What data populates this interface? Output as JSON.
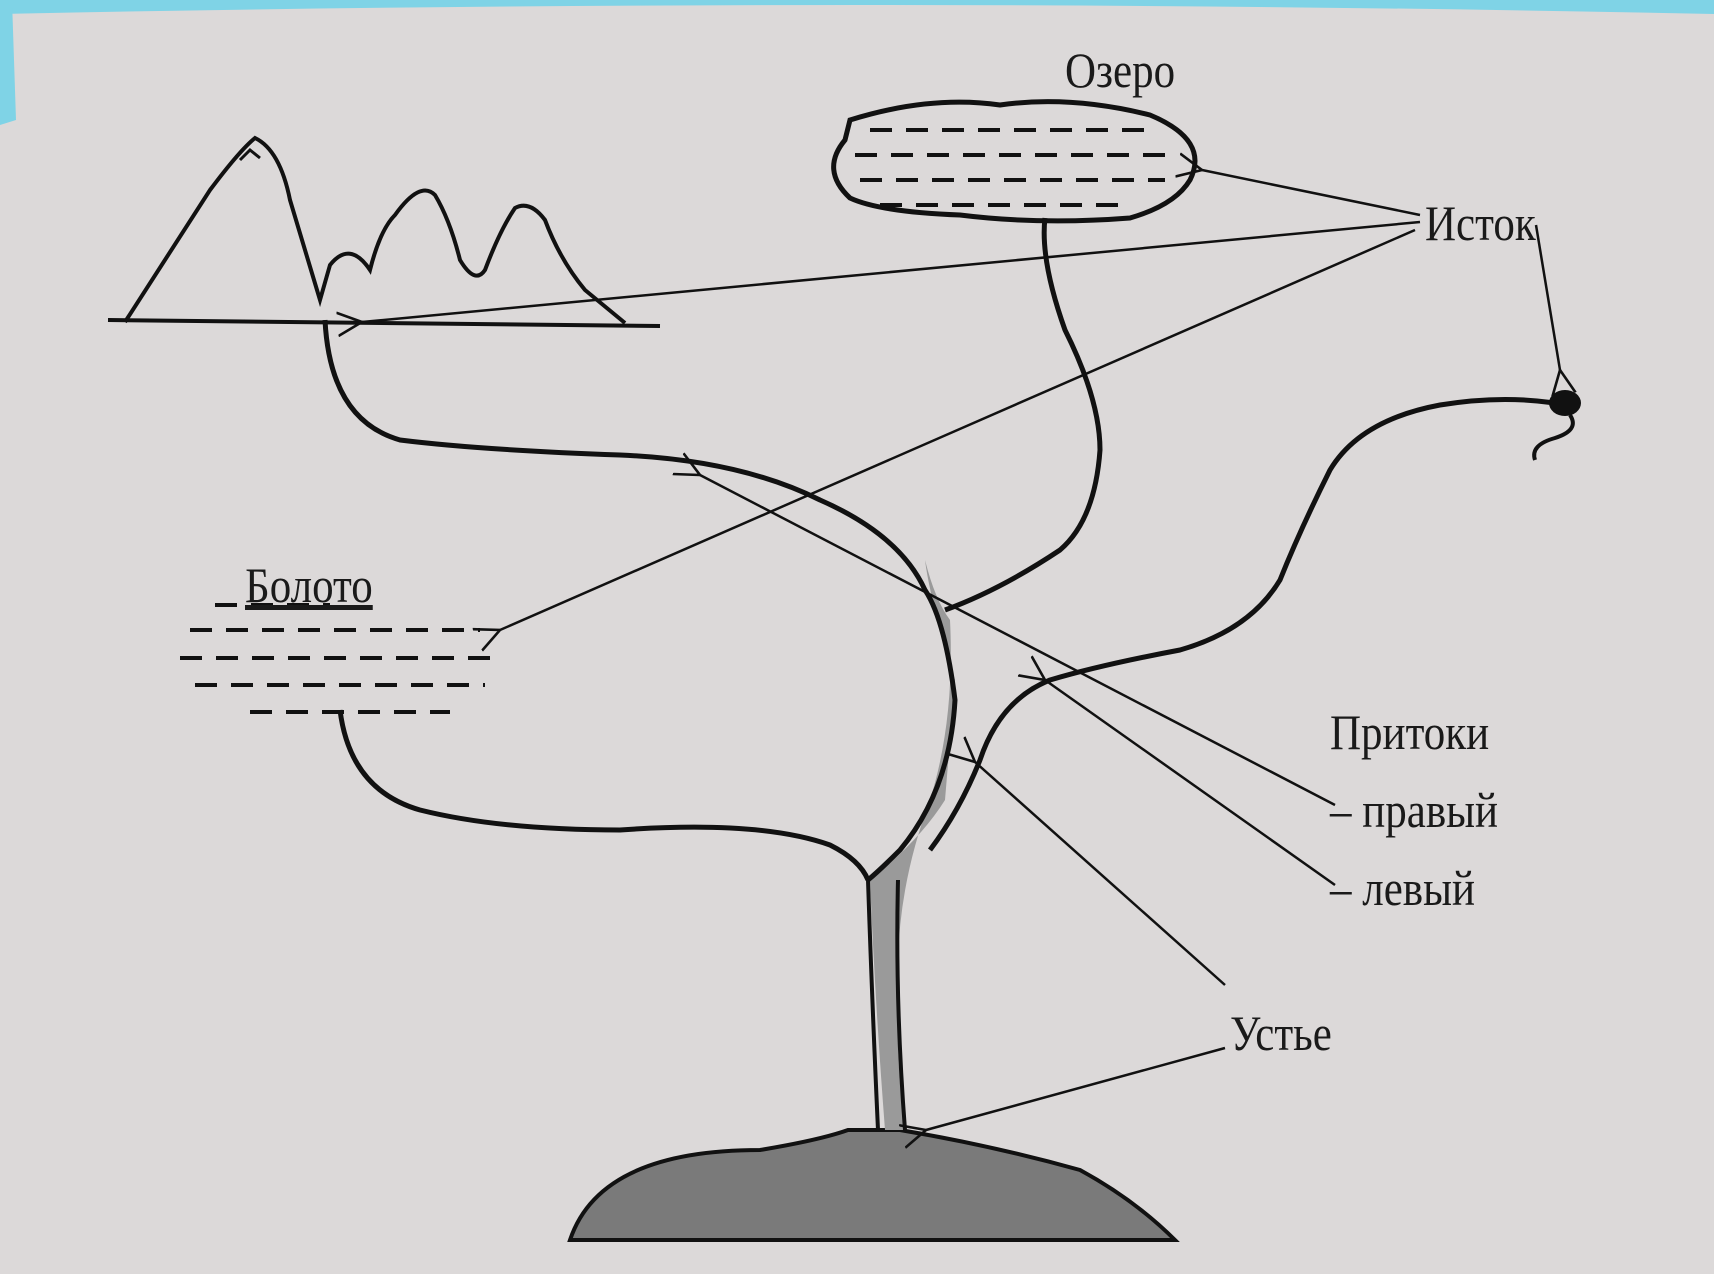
{
  "labels": {
    "lake": "Озеро",
    "source": "Исток",
    "swamp": "Болото",
    "tributaries": "Притоки",
    "right": "– правый",
    "left": "– левый",
    "mouth": "Устье"
  },
  "colors": {
    "paper": "#dcd9d9",
    "ink": "#111111",
    "river_fill": "#9a9a9a",
    "sea_fill": "#7a7a7a",
    "frame_accent": "#7fd3e6"
  }
}
